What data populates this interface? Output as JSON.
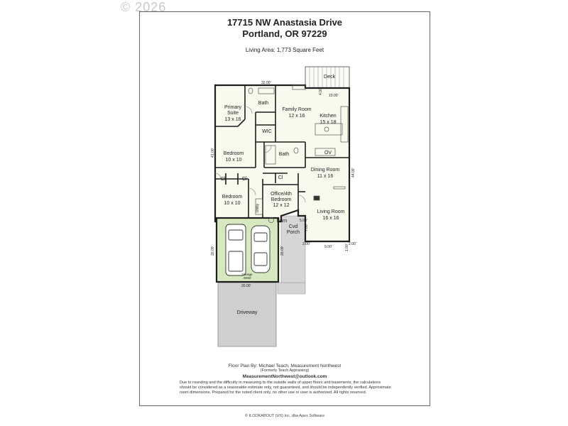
{
  "watermark": "© 2026",
  "header": {
    "address_line1": "17715 NW Anastasia Drive",
    "address_line2": "Portland, OR 97229",
    "living_area": "Living Area: 1,773 Square Feet"
  },
  "rooms": {
    "deck": "Deck",
    "primary_suite_line1": "Primary",
    "primary_suite_line2": "Suite",
    "primary_suite_dim": "13 x 16",
    "bath1": "Bath",
    "family_room": "Family Room",
    "family_room_dim": "12 x 16",
    "kitchen": "Kitchen",
    "kitchen_dim": "15 x 18",
    "wic": "WIC",
    "bedroom2": "Bedroom",
    "bedroom2_dim": "10 x 10",
    "bath2": "Bath",
    "oven": "OV",
    "dining_room": "Dining Room",
    "dining_room_dim": "11 x 16",
    "cl1": "Cl",
    "cl2": "Cl",
    "cl3": "Cl",
    "bedroom3": "Bedroom",
    "bedroom3_dim": "10 x 10",
    "office_line1": "Office/4th",
    "office_line2": "Bedroom",
    "office_dim": "12 x 12",
    "utility": "Utility",
    "living_room": "Living Room",
    "living_room_dim": "16 x 16",
    "furn": "Furn",
    "cvd_porch_line1": "Cvd",
    "cvd_porch_line2": "Porch",
    "garage": "Garage",
    "garage_area": "400sf",
    "driveway": "Driveway"
  },
  "dimensions": {
    "top_width": "32.00'",
    "deck_width": "10.00'",
    "deck_depth": "4.00'",
    "left_depth": "41.00'",
    "right_depth": "44.00'",
    "porch_width_a": "2.00'",
    "porch_width_b": "9.00'",
    "porch_width_c": "2.00'",
    "porch_depth": "7.00'",
    "step_a": "5.00'",
    "step_b": "1.00'",
    "garage_depth": "20.00'",
    "garage_depth_right": "20.00'",
    "garage_width": "20.00'"
  },
  "credits": {
    "line1": "Floor Plan By: Michael Teach, Measurement Northwest",
    "line2": "(Formerly Teach Appraising)",
    "email": "MeasurementNorthwest@outlook.com",
    "disclaimer": "Due to rounding and the difficulty in measuring to the outside walls of upper floors and basements, the calculations should be considered as a reasonable estimate only, not guaranteed, and should be independently verified. Approximate room dimensions. Prepared for the noted client only, no other use or user is authorized. All rights reserved.",
    "footer": "© ILOOKABOUT (US) Inc. dba Apex Software"
  },
  "colors": {
    "living_fill": "#faf9ee",
    "garage_fill": "#d5e8bf",
    "porch_fill": "#c8c8c8",
    "driveway_fill": "#cfcfcf",
    "wall": "#1e1e1e"
  }
}
